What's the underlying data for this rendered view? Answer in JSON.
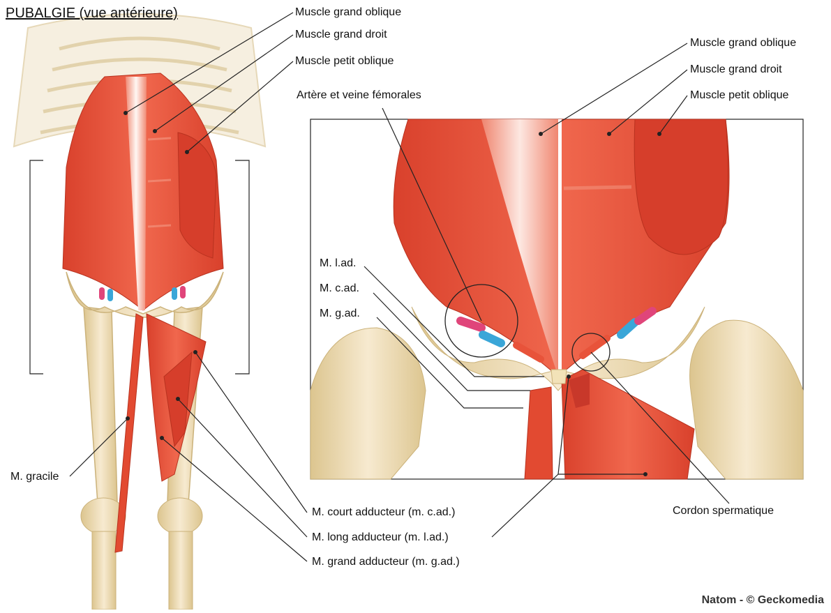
{
  "title": "PUBALGIE (vue antérieure)",
  "credit": "Natom - © Geckomedia",
  "labels": {
    "left_grand_oblique": "Muscle grand oblique",
    "left_grand_droit": "Muscle grand droit",
    "left_petit_oblique": "Muscle petit oblique",
    "arteres": "Artère et veine fémorales",
    "right_grand_oblique": "Muscle grand oblique",
    "right_grand_droit": "Muscle grand droit",
    "right_petit_oblique": "Muscle petit oblique",
    "m_lad": "M. l.ad.",
    "m_cad": "M. c.ad.",
    "m_gad": "M. g.ad.",
    "gracile": "M. gracile",
    "court_adducteur": "M. court adducteur (m. c.ad.)",
    "long_adducteur": "M. long adducteur (m. l.ad.)",
    "grand_adducteur": "M. grand adducteur (m. g.ad.)",
    "cordon": "Cordon spermatique"
  },
  "colors": {
    "muscle": "#e8533a",
    "muscle_dark": "#c8382a",
    "muscle_light": "#f7c3b3",
    "bone": "#f2e2b8",
    "bone_shadow": "#d9c48f",
    "artery": "#e0457a",
    "vein": "#3aa6d8",
    "tendon": "#fbf3ec"
  }
}
